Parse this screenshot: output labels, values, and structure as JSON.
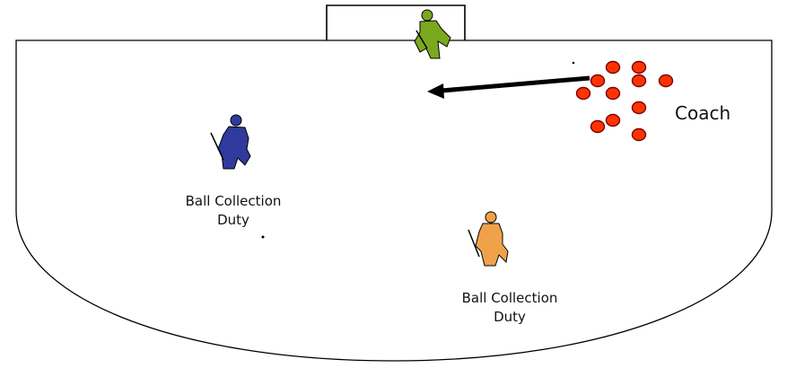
{
  "labels": {
    "coach": "Coach",
    "left_duty_line1": "Ball Collection",
    "left_duty_line2": "Duty",
    "right_duty_line1": "Ball Collection",
    "right_duty_line2": "Duty"
  },
  "colors": {
    "ball_fill": "#ff3300",
    "ball_stroke": "#7a0000",
    "keeper_green": "#7aa81e",
    "keeper_blue": "#2f3a9c",
    "keeper_orange": "#f0a24a",
    "line": "#000000"
  },
  "ball_count": 11
}
